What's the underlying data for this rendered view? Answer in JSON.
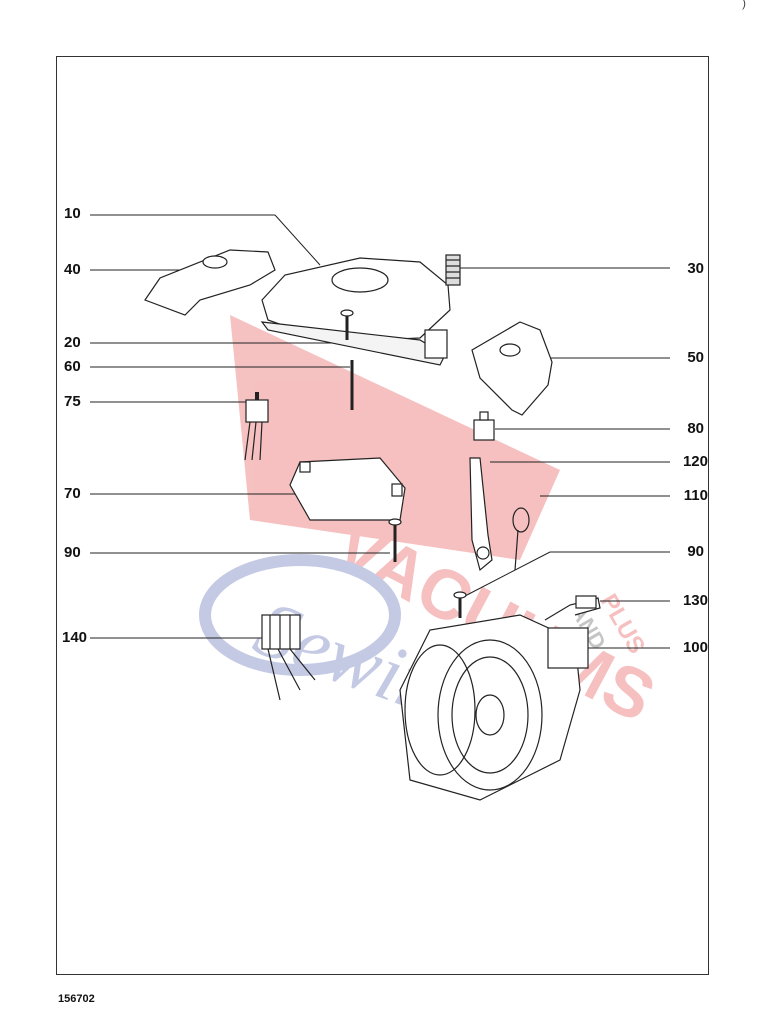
{
  "diagram": {
    "figure_number": "156702",
    "callouts": [
      {
        "id": "c10",
        "label": "10"
      },
      {
        "id": "c40",
        "label": "40"
      },
      {
        "id": "c30",
        "label": "30"
      },
      {
        "id": "c20",
        "label": "20"
      },
      {
        "id": "c50",
        "label": "50"
      },
      {
        "id": "c60",
        "label": "60"
      },
      {
        "id": "c75",
        "label": "75"
      },
      {
        "id": "c80",
        "label": "80"
      },
      {
        "id": "c120",
        "label": "120"
      },
      {
        "id": "c70",
        "label": "70"
      },
      {
        "id": "c110",
        "label": "110"
      },
      {
        "id": "c90a",
        "label": "90"
      },
      {
        "id": "c90b",
        "label": "90"
      },
      {
        "id": "c130",
        "label": "130"
      },
      {
        "id": "c140",
        "label": "140"
      },
      {
        "id": "c100",
        "label": "100"
      }
    ],
    "watermark": {
      "text_main": "VACUUMS",
      "text_plus": "PLUS",
      "text_and": "AND",
      "text_sewing": "Sewing",
      "text_co": "Co",
      "red": "#e02020",
      "blue": "#3040a0"
    }
  }
}
